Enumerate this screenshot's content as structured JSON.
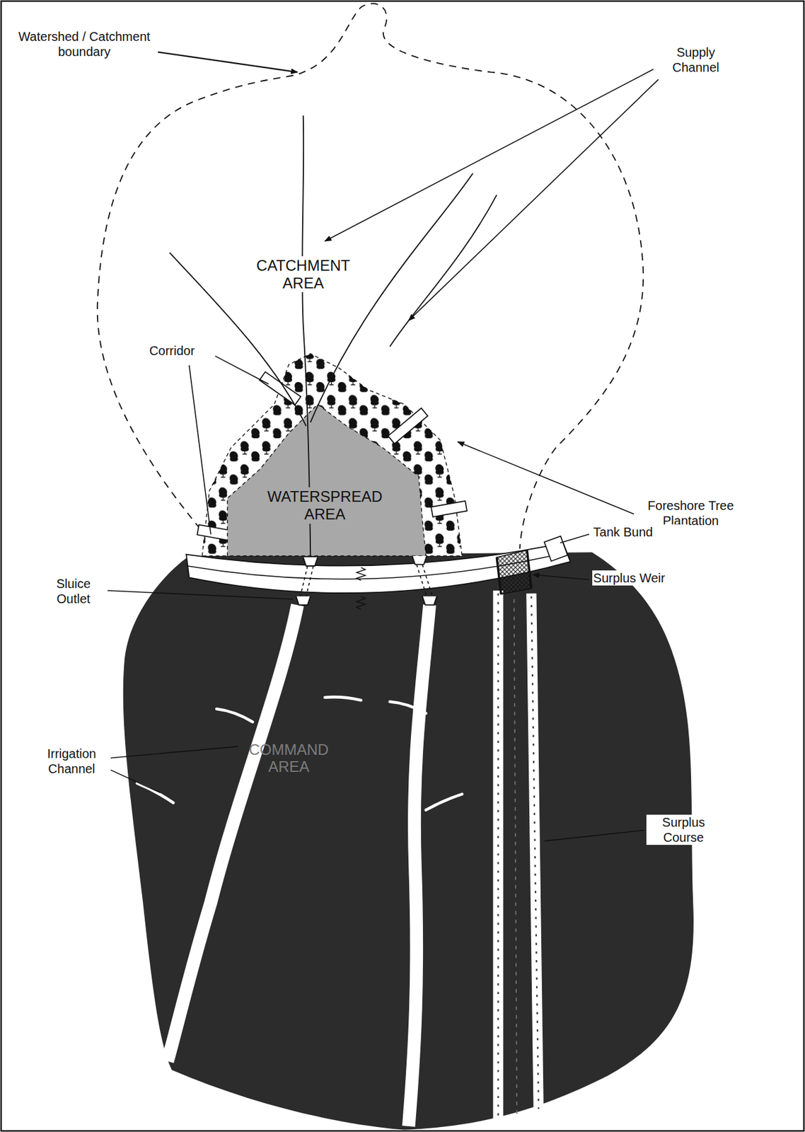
{
  "diagram": {
    "nodes": [
      {
        "text": [
          "CATCHMENT AREA"
        ]
      },
      {
        "text": [
          "WATERSPREAD AREA"
        ],
        "in": 0
      },
      {
        "text": [
          "COMMAND AREA"
        ]
      }
    ],
    "labels": [
      "Watershed / Catchment boundary",
      "Supply Channel",
      "Corridor",
      "Foreshore Tree Plantation",
      "Tank Bund",
      "Surplus Weir",
      "Sluice Outlet",
      "Irrigation Channel",
      "Surplus Course"
    ]
  }
}
